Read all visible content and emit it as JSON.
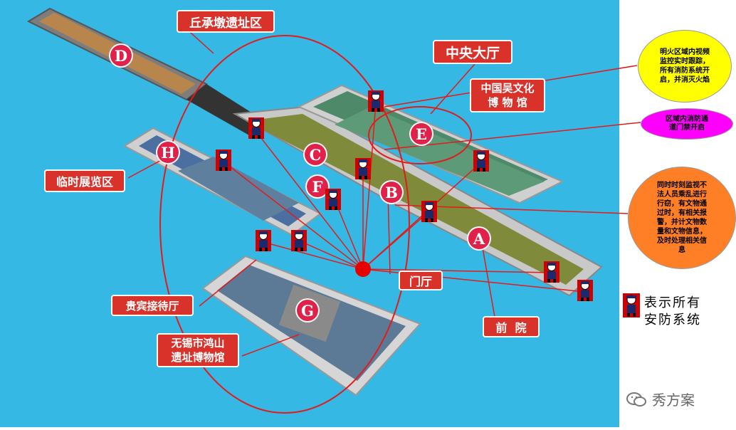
{
  "labels": {
    "qiuchengdun": "丘承墩遗址区",
    "zhongyang": "中央大厅",
    "wuwenhua": "中国吴文化\n博 物 馆",
    "linshi": "临时展览区",
    "menting": "门厅",
    "guibin": "贵宾接待厅",
    "hongshan": "无锡市鸿山\n遗址博物馆",
    "qianyuan": "前  院"
  },
  "zones": [
    "A",
    "B",
    "C",
    "D",
    "E",
    "F",
    "G",
    "H"
  ],
  "notes": {
    "yellow": "明火区域内视频\n监控实时跟踪，\n所有消防系统开\n启，并消灭火焰",
    "pink": "区域内消防通\n道门禁开启",
    "orange": "同时时刻监视不\n法人员乘乱进行\n行窃，有文物通\n过时，有相关报\n警，并计文物数\n量和文物信息，\n及时处理相关信\n息"
  },
  "legend": {
    "text": "表示所有\n安防系统",
    "icon": "security-guard-icon"
  },
  "watermark": {
    "text": "秀方案",
    "icon": "wechat-icon"
  },
  "colors": {
    "background": "#36b8e4",
    "line": "#e21b1b",
    "label": "#d9322b",
    "yellow_note": "#ffff00",
    "pink_note": "#ff00ff",
    "orange_note": "#ff7f27"
  }
}
